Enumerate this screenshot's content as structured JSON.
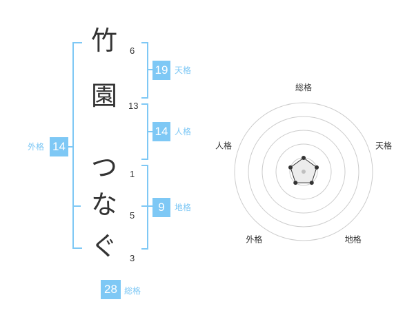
{
  "name": {
    "chars": [
      {
        "char": "竹",
        "strokes": "6"
      },
      {
        "char": "園",
        "strokes": "13"
      },
      {
        "char": "つ",
        "strokes": "1"
      },
      {
        "char": "な",
        "strokes": "5"
      },
      {
        "char": "ぐ",
        "strokes": "3"
      }
    ]
  },
  "fortune": {
    "tenkaku": {
      "value": "19",
      "label": "天格"
    },
    "jinkaku": {
      "value": "14",
      "label": "人格"
    },
    "chikaku": {
      "value": "9",
      "label": "地格"
    },
    "gaikaku": {
      "value": "14",
      "label": "外格"
    },
    "soukaku": {
      "value": "28",
      "label": "総格"
    }
  },
  "chart_data": {
    "type": "radar",
    "axes": [
      "総格",
      "天格",
      "地格",
      "外格",
      "人格"
    ],
    "values": [
      1,
      1,
      1,
      1,
      1
    ],
    "range": [
      0,
      5
    ],
    "rings": 5
  },
  "colors": {
    "accent": "#7ec8f5",
    "text": "#333333",
    "ring": "#cccccc"
  }
}
